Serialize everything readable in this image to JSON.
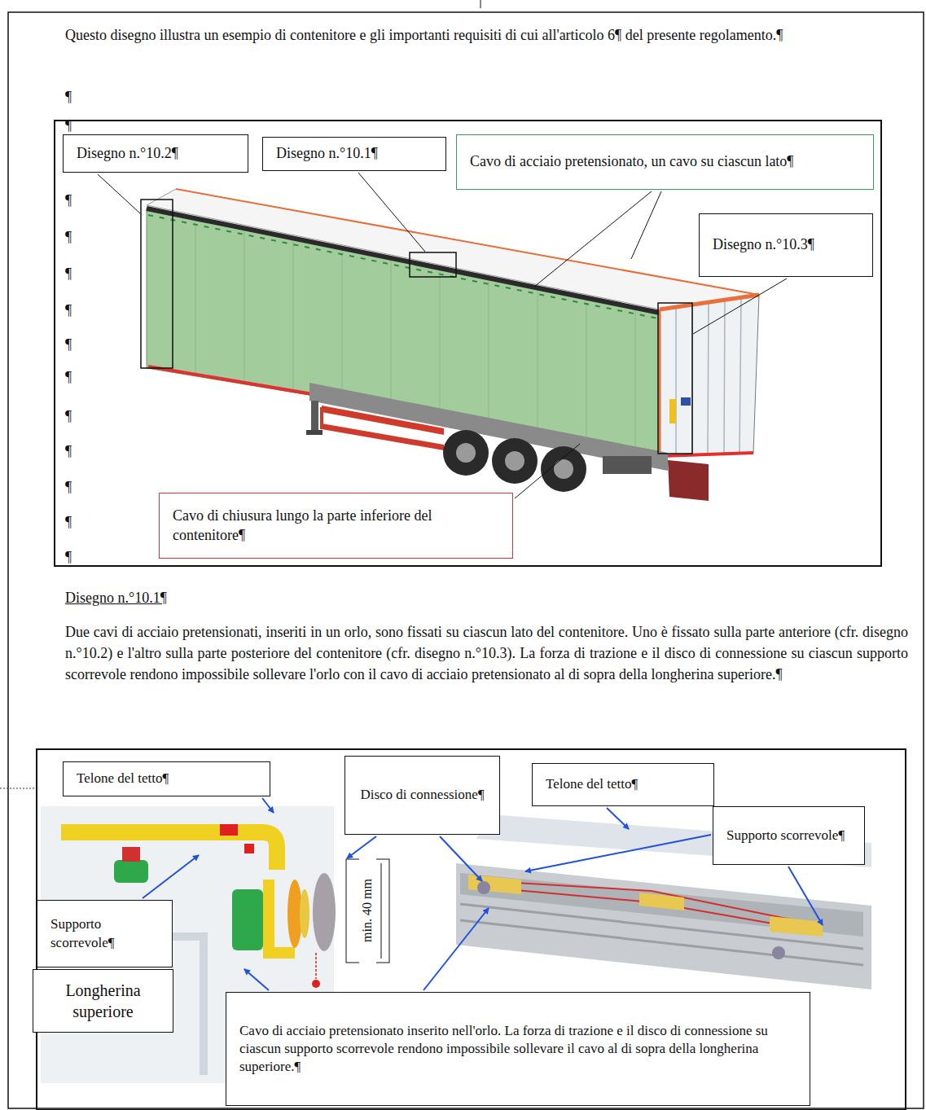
{
  "diagram": {
    "nodes": [
      {
        "text": [
          "Disegno n.°10.2¶"
        ]
      },
      {
        "text": [
          "Disegno n.°10.1¶"
        ]
      },
      {
        "text": [
          "Cavo di acciaio pretensionato, un cavo su ciascun lato¶"
        ]
      },
      {
        "text": [
          "Disegno n.°10.3¶"
        ]
      },
      {
        "text": [
          "Cavo di chiusura lungo la parte inferiore del contenitore¶"
        ]
      },
      {
        "text": [
          "Telone del tetto¶"
        ]
      },
      {
        "text": [
          "Disco di connessione¶"
        ]
      },
      {
        "text": [
          "Telone del tetto¶"
        ]
      },
      {
        "text": [
          "Supporto scorrevole¶"
        ]
      },
      {
        "text": [
          "Supporto scorrevole¶"
        ]
      },
      {
        "text": [
          "Longherina superiore"
        ]
      },
      {
        "text": [
          "Cavo di acciaio pretensionato inserito nell'orlo. La forza di trazione e il disco di connessione su ciascun supporto scorrevole rendono impossibile sollevare il cavo al di sopra della longherina superiore.¶"
        ]
      }
    ],
    "labels": [
      "Questo disegno illustra un esempio di contenitore e gli importanti requisiti di cui all'articolo 6¶ del presente regolamento.¶",
      "¶",
      "¶",
      "¶",
      "¶",
      "¶",
      "¶",
      "¶",
      "¶",
      "¶",
      "¶",
      "¶",
      "¶",
      "¶",
      "Disegno n.°10.1¶",
      "Due cavi di acciaio pretensionati, inseriti in un orlo, sono fissati su ciascun lato del contenitore. Uno è fissato sulla parte anteriore (cfr. disegno n.°10.2) e l'altro sulla parte posteriore del contenitore (cfr. disegno n.°10.3). La forza di trazione e il disco di connessione su ciascun supporto scorrevole rendono impossibile sollevare l'orlo con il cavo di acciaio pretensionato al di sopra della longherina superiore.¶",
      "min. 40 mm"
    ]
  }
}
